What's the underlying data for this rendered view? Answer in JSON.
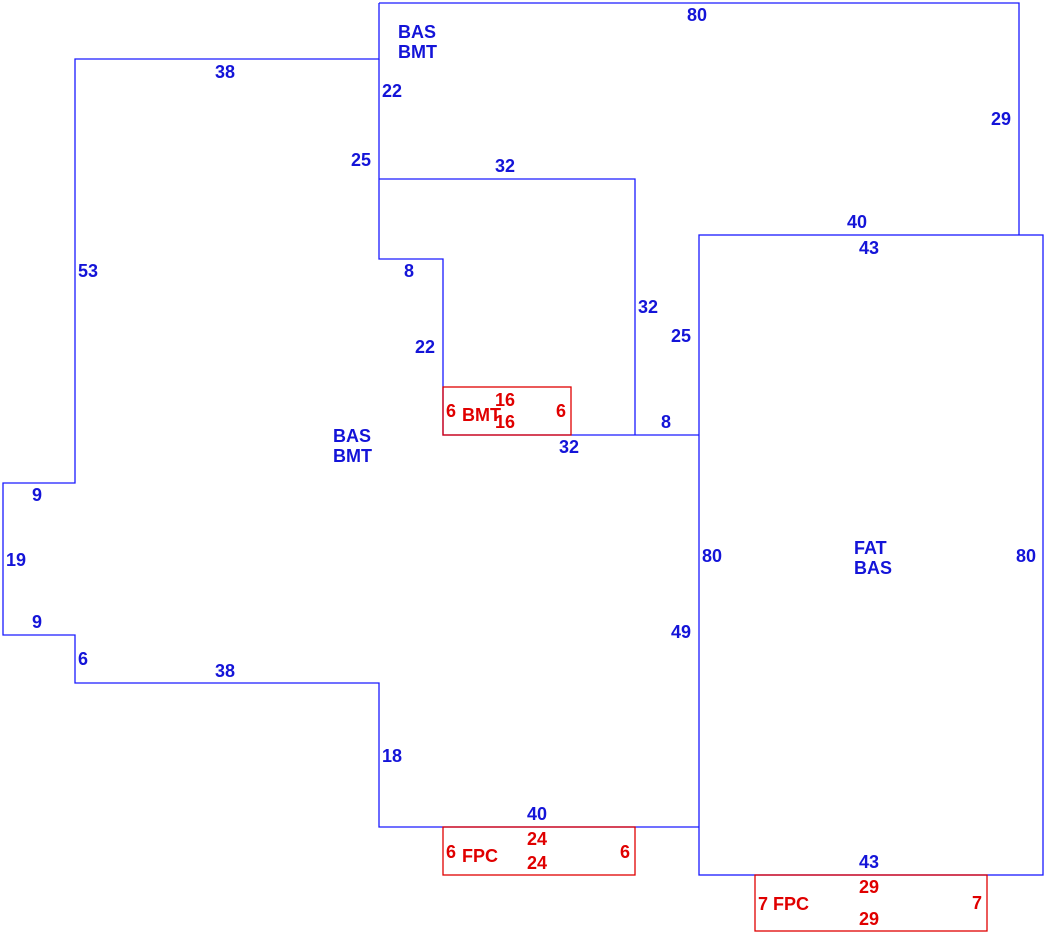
{
  "areas": {
    "upper": [
      "BAS",
      "BMT"
    ],
    "main": [
      "BAS",
      "BMT"
    ],
    "right": [
      "FAT",
      "BAS"
    ],
    "bmt_small": "BMT",
    "fpc_bottom": "FPC",
    "fpc_right": "7 FPC"
  },
  "dimensions": {
    "top_80": "80",
    "top_38": "38",
    "d22_a": "22",
    "d25_a": "25",
    "d32_a": "32",
    "d29": "29",
    "d40_a": "40",
    "d43_a": "43",
    "d53": "53",
    "d8_a": "8",
    "d32_b": "32",
    "d25_b": "25",
    "d22_b": "22",
    "d8_b": "8",
    "d32_c": "32",
    "d9_a": "9",
    "d19": "19",
    "d9_b": "9",
    "d6_a": "6",
    "d38_b": "38",
    "d80_l": "80",
    "d80_r": "80",
    "d49": "49",
    "d18": "18",
    "d40_b": "40",
    "d43_b": "43"
  },
  "red_dimensions": {
    "bmt_16_top": "16",
    "bmt_16_bot": "16",
    "bmt_6_l": "6",
    "bmt_6_r": "6",
    "fpc_24_top": "24",
    "fpc_24_bot": "24",
    "fpc_6_l": "6",
    "fpc_6_r": "6",
    "fpc2_29_top": "29",
    "fpc2_29_bot": "29",
    "fpc2_7_r": "7"
  }
}
